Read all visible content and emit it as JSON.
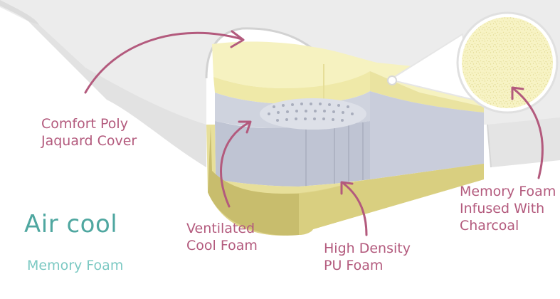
{
  "labels": {
    "cover": [
      "Comfort Poly",
      "Jaquard Cover"
    ],
    "ventilated": [
      "Ventilated",
      "Cool Foam"
    ],
    "pu": [
      "High Density",
      "PU Foam"
    ],
    "charcoal": [
      "Memory Foam",
      "Infused With",
      "Charcoal"
    ]
  },
  "brand": {
    "main": "Air cool",
    "sub": "Memory Foam"
  },
  "colors": {
    "label_text": "#b35a7d",
    "arrow": "#b35a7d",
    "brand_main": "#4fa7a0",
    "brand_sub": "#7cc9c3",
    "cover_fabric": "#ededed",
    "memory_foam": "#f6f2c0",
    "cool_foam": "#c8ccd8",
    "pu_foam": "#e2d98a"
  }
}
